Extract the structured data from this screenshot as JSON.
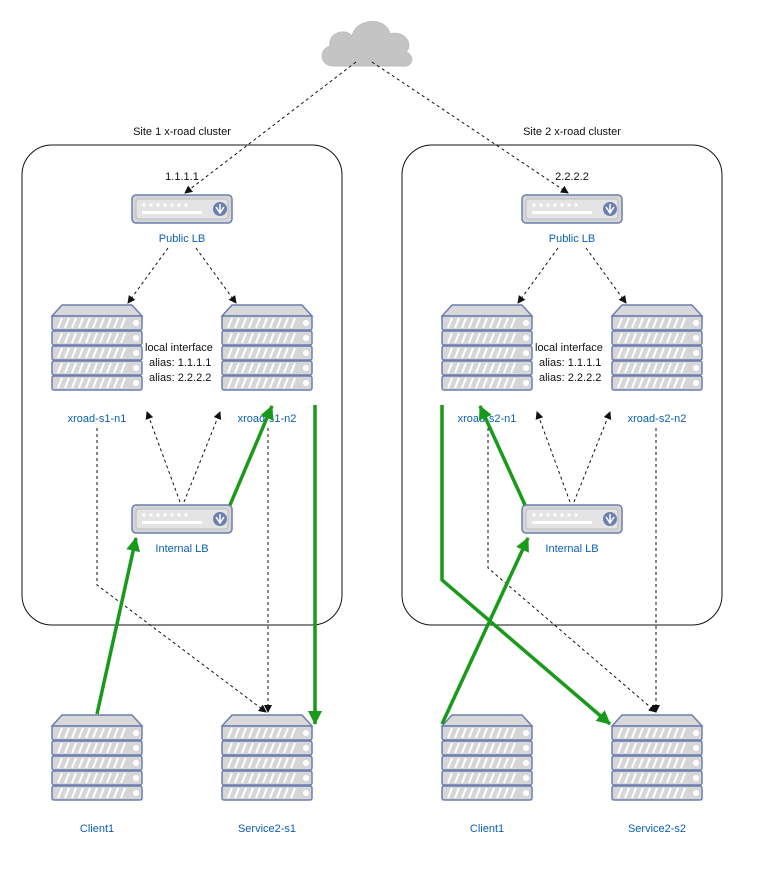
{
  "sites": [
    {
      "title": "Site 1 x-road cluster",
      "public_ip": "1.1.1.1",
      "public_lb": "Public LB",
      "internal_lb": "Internal LB",
      "node1": "xroad-s1-n1",
      "node2": "xroad-s1-n2",
      "note": [
        "local interface",
        "alias: 1.1.1.1",
        "alias: 2.2.2.2"
      ],
      "client": "Client1",
      "service": "Service2-s1"
    },
    {
      "title": "Site 2 x-road cluster",
      "public_ip": "2.2.2.2",
      "public_lb": "Public LB",
      "internal_lb": "Internal LB",
      "node1": "xroad-s2-n1",
      "node2": "xroad-s2-n2",
      "note": [
        "local interface",
        "alias: 1.1.1.1",
        "alias: 2.2.2.2"
      ],
      "client": "Client1",
      "service": "Service2-s2"
    }
  ],
  "colors": {
    "flow": "#1a9a1a",
    "server_fill": "#d6d6d6",
    "server_stroke": "#6c7fb0",
    "label": "#0b5fb5",
    "cloud": "#c4c4c4"
  },
  "icons": [
    "cloud-icon",
    "load-balancer-icon",
    "server-icon"
  ]
}
